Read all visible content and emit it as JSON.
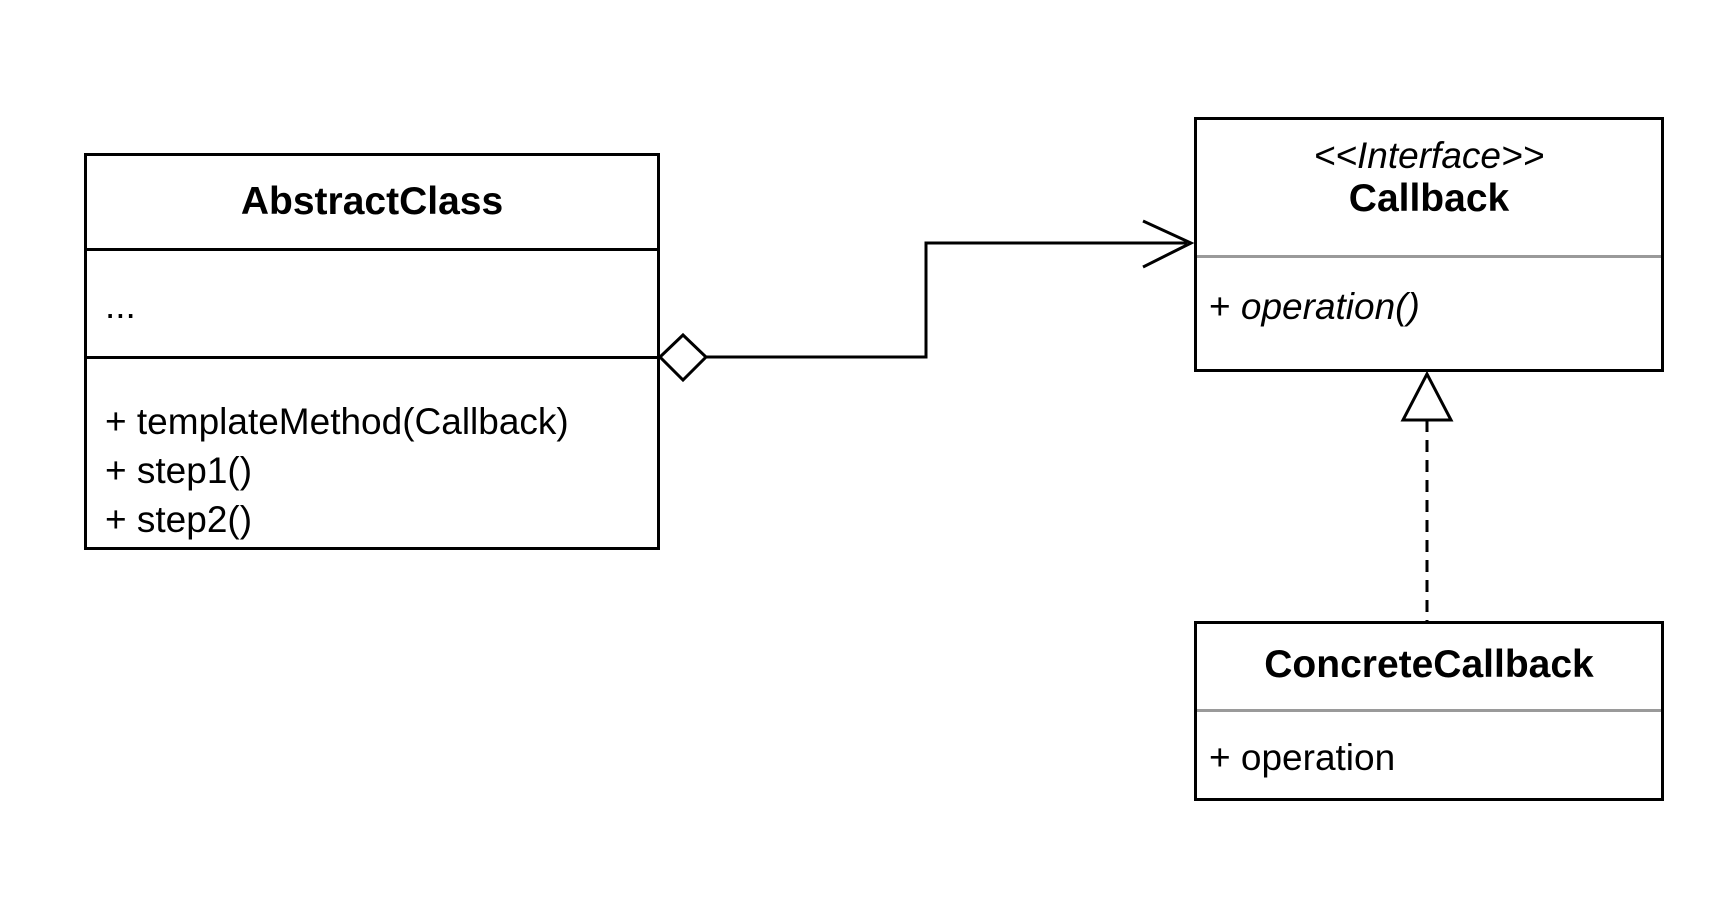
{
  "diagram": {
    "type": "uml-class-diagram",
    "classes": {
      "abstract_class": {
        "name": "AbstractClass",
        "attributes": [
          "..."
        ],
        "operations": [
          "+ templateMethod(Callback)",
          "+ step1()",
          "+ step2()"
        ]
      },
      "callback": {
        "stereotype": "<<Interface>>",
        "name": "Callback",
        "operation_prefix": "+ ",
        "operation_name": "operation()"
      },
      "concrete_callback": {
        "name": "ConcreteCallback",
        "operations": [
          "+ operation"
        ]
      }
    },
    "relationships": [
      {
        "type": "aggregation",
        "from": "AbstractClass",
        "to": "Callback",
        "end_marker": "open-arrow",
        "line": "solid"
      },
      {
        "type": "realization",
        "from": "ConcreteCallback",
        "to": "Callback",
        "end_marker": "hollow-triangle",
        "line": "dashed"
      }
    ],
    "colors": {
      "stroke": "#000000",
      "divider_light": "#9a9a9a",
      "background": "#ffffff"
    }
  }
}
